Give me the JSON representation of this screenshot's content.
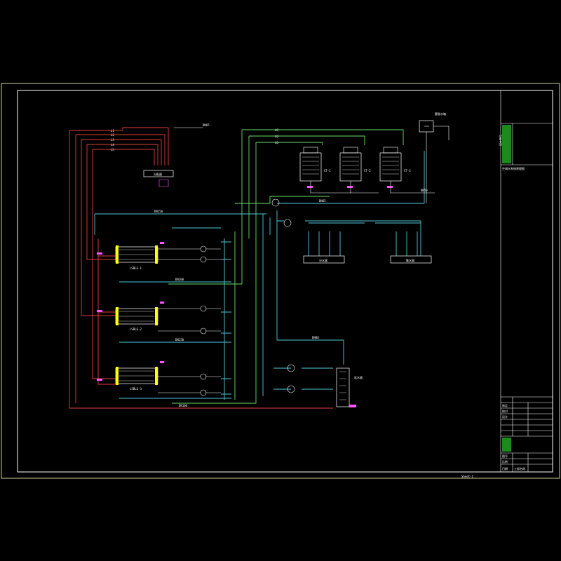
{
  "colors": {
    "background": "#000000",
    "frame": "#d0d0a0",
    "supply_pipe": "#e83a3a",
    "condenser_pipe": "#66e066",
    "cooling_water": "#50c8d8",
    "equipment": "#ffffff",
    "highlight": "#ffff00",
    "valve": "#ff55ff",
    "title_green": "#33cc33"
  },
  "page_label": "Sheet-1",
  "title_block": {
    "company_label": "设计单位",
    "project_label": "工程名称",
    "drawing_title": "空调水系统原理图",
    "approval_label": "审定",
    "check_label": "校对",
    "design_label": "设计",
    "drawing_no_label": "图号",
    "scale_label": "比例",
    "date_label": "日期"
  },
  "equipment": {
    "chillers": [
      "LSBLG-1",
      "LSBLG-2",
      "LSBLG-3"
    ],
    "cooling_towers": [
      "CT-1",
      "CT-2",
      "CT-3"
    ],
    "manifolds": [
      "分水器",
      "集水器"
    ],
    "top_header": "分配器",
    "expansion_tank": "膨胀水箱",
    "softener": "软水器"
  },
  "pipe_labels": {
    "supply": [
      "L1",
      "L2",
      "L3",
      "L4",
      "L5"
    ],
    "cooling": [
      "LQ",
      "LQ",
      "LQ"
    ],
    "sizes": [
      "DN250",
      "DN200",
      "DN150",
      "DN100",
      "DN80",
      "DN65",
      "DN50"
    ]
  }
}
